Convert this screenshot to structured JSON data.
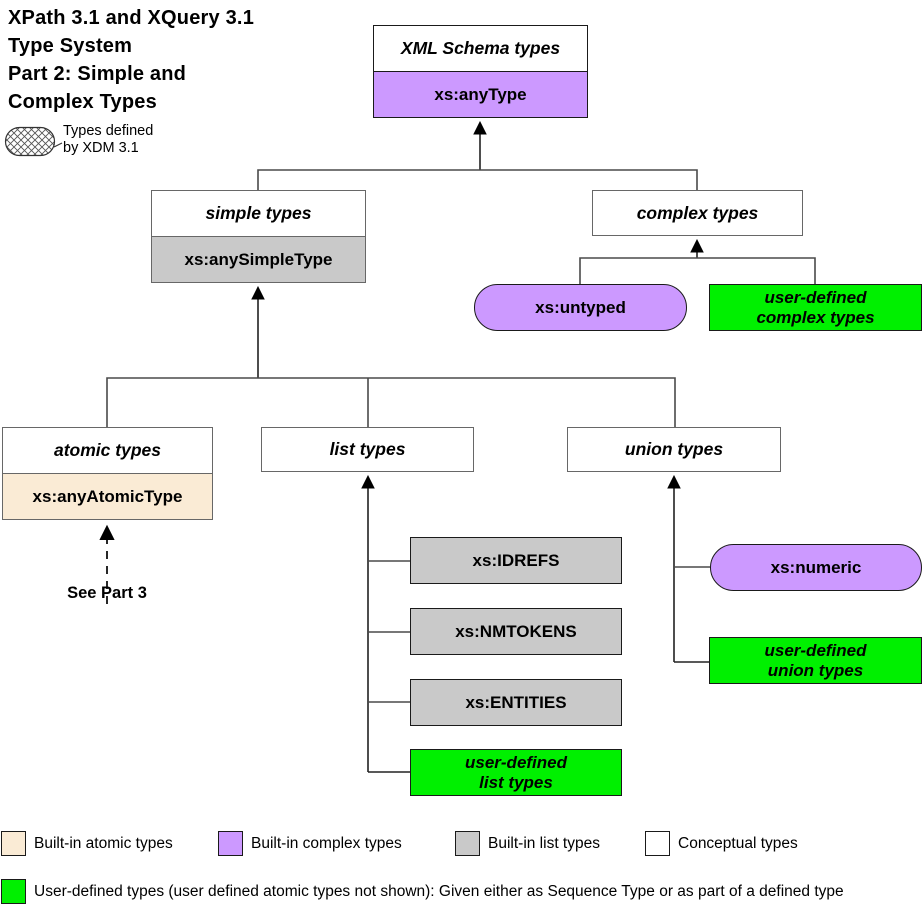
{
  "title": {
    "line1": "XPath 3.1 and XQuery 3.1",
    "line2": "Type System",
    "line3": "Part 2: Simple and",
    "line4": "Complex Types"
  },
  "xdm_legend": {
    "line1": "Types defined",
    "line2": "by XDM 3.1"
  },
  "colors": {
    "purple": "#CC99FF",
    "tan": "#FAEBD5",
    "gray": "#C9C9C9",
    "green": "#00F000",
    "white": "#FFFFFF"
  },
  "nodes": {
    "xml_schema": {
      "header": "XML Schema types",
      "value": "xs:anyType"
    },
    "simple": {
      "header": "simple types",
      "value": "xs:anySimpleType"
    },
    "complex": {
      "header": "complex types"
    },
    "untyped": {
      "label": "xs:untyped"
    },
    "user_complex": {
      "line1": "user-defined",
      "line2": "complex types"
    },
    "atomic": {
      "header": "atomic types",
      "value": "xs:anyAtomicType"
    },
    "list": {
      "header": "list types"
    },
    "union": {
      "header": "union types"
    },
    "idrefs": {
      "label": "xs:IDREFS"
    },
    "nmtokens": {
      "label": "xs:NMTOKENS"
    },
    "entities": {
      "label": "xs:ENTITIES"
    },
    "user_list": {
      "line1": "user-defined",
      "line2": "list types"
    },
    "numeric": {
      "label": "xs:numeric"
    },
    "user_union": {
      "line1": "user-defined",
      "line2": "union types"
    },
    "see_part3": "See Part 3"
  },
  "legend": {
    "items": [
      {
        "label": "Built-in atomic types",
        "color": "#FAEBD5"
      },
      {
        "label": "Built-in complex types",
        "color": "#CC99FF"
      },
      {
        "label": "Built-in list types",
        "color": "#C9C9C9"
      },
      {
        "label": "Conceptual types",
        "color": "#FFFFFF"
      }
    ],
    "user_defined": {
      "label": "User-defined types (user defined atomic types not shown):  Given either as Sequence Type or as part of a defined type",
      "color": "#00F000"
    }
  }
}
